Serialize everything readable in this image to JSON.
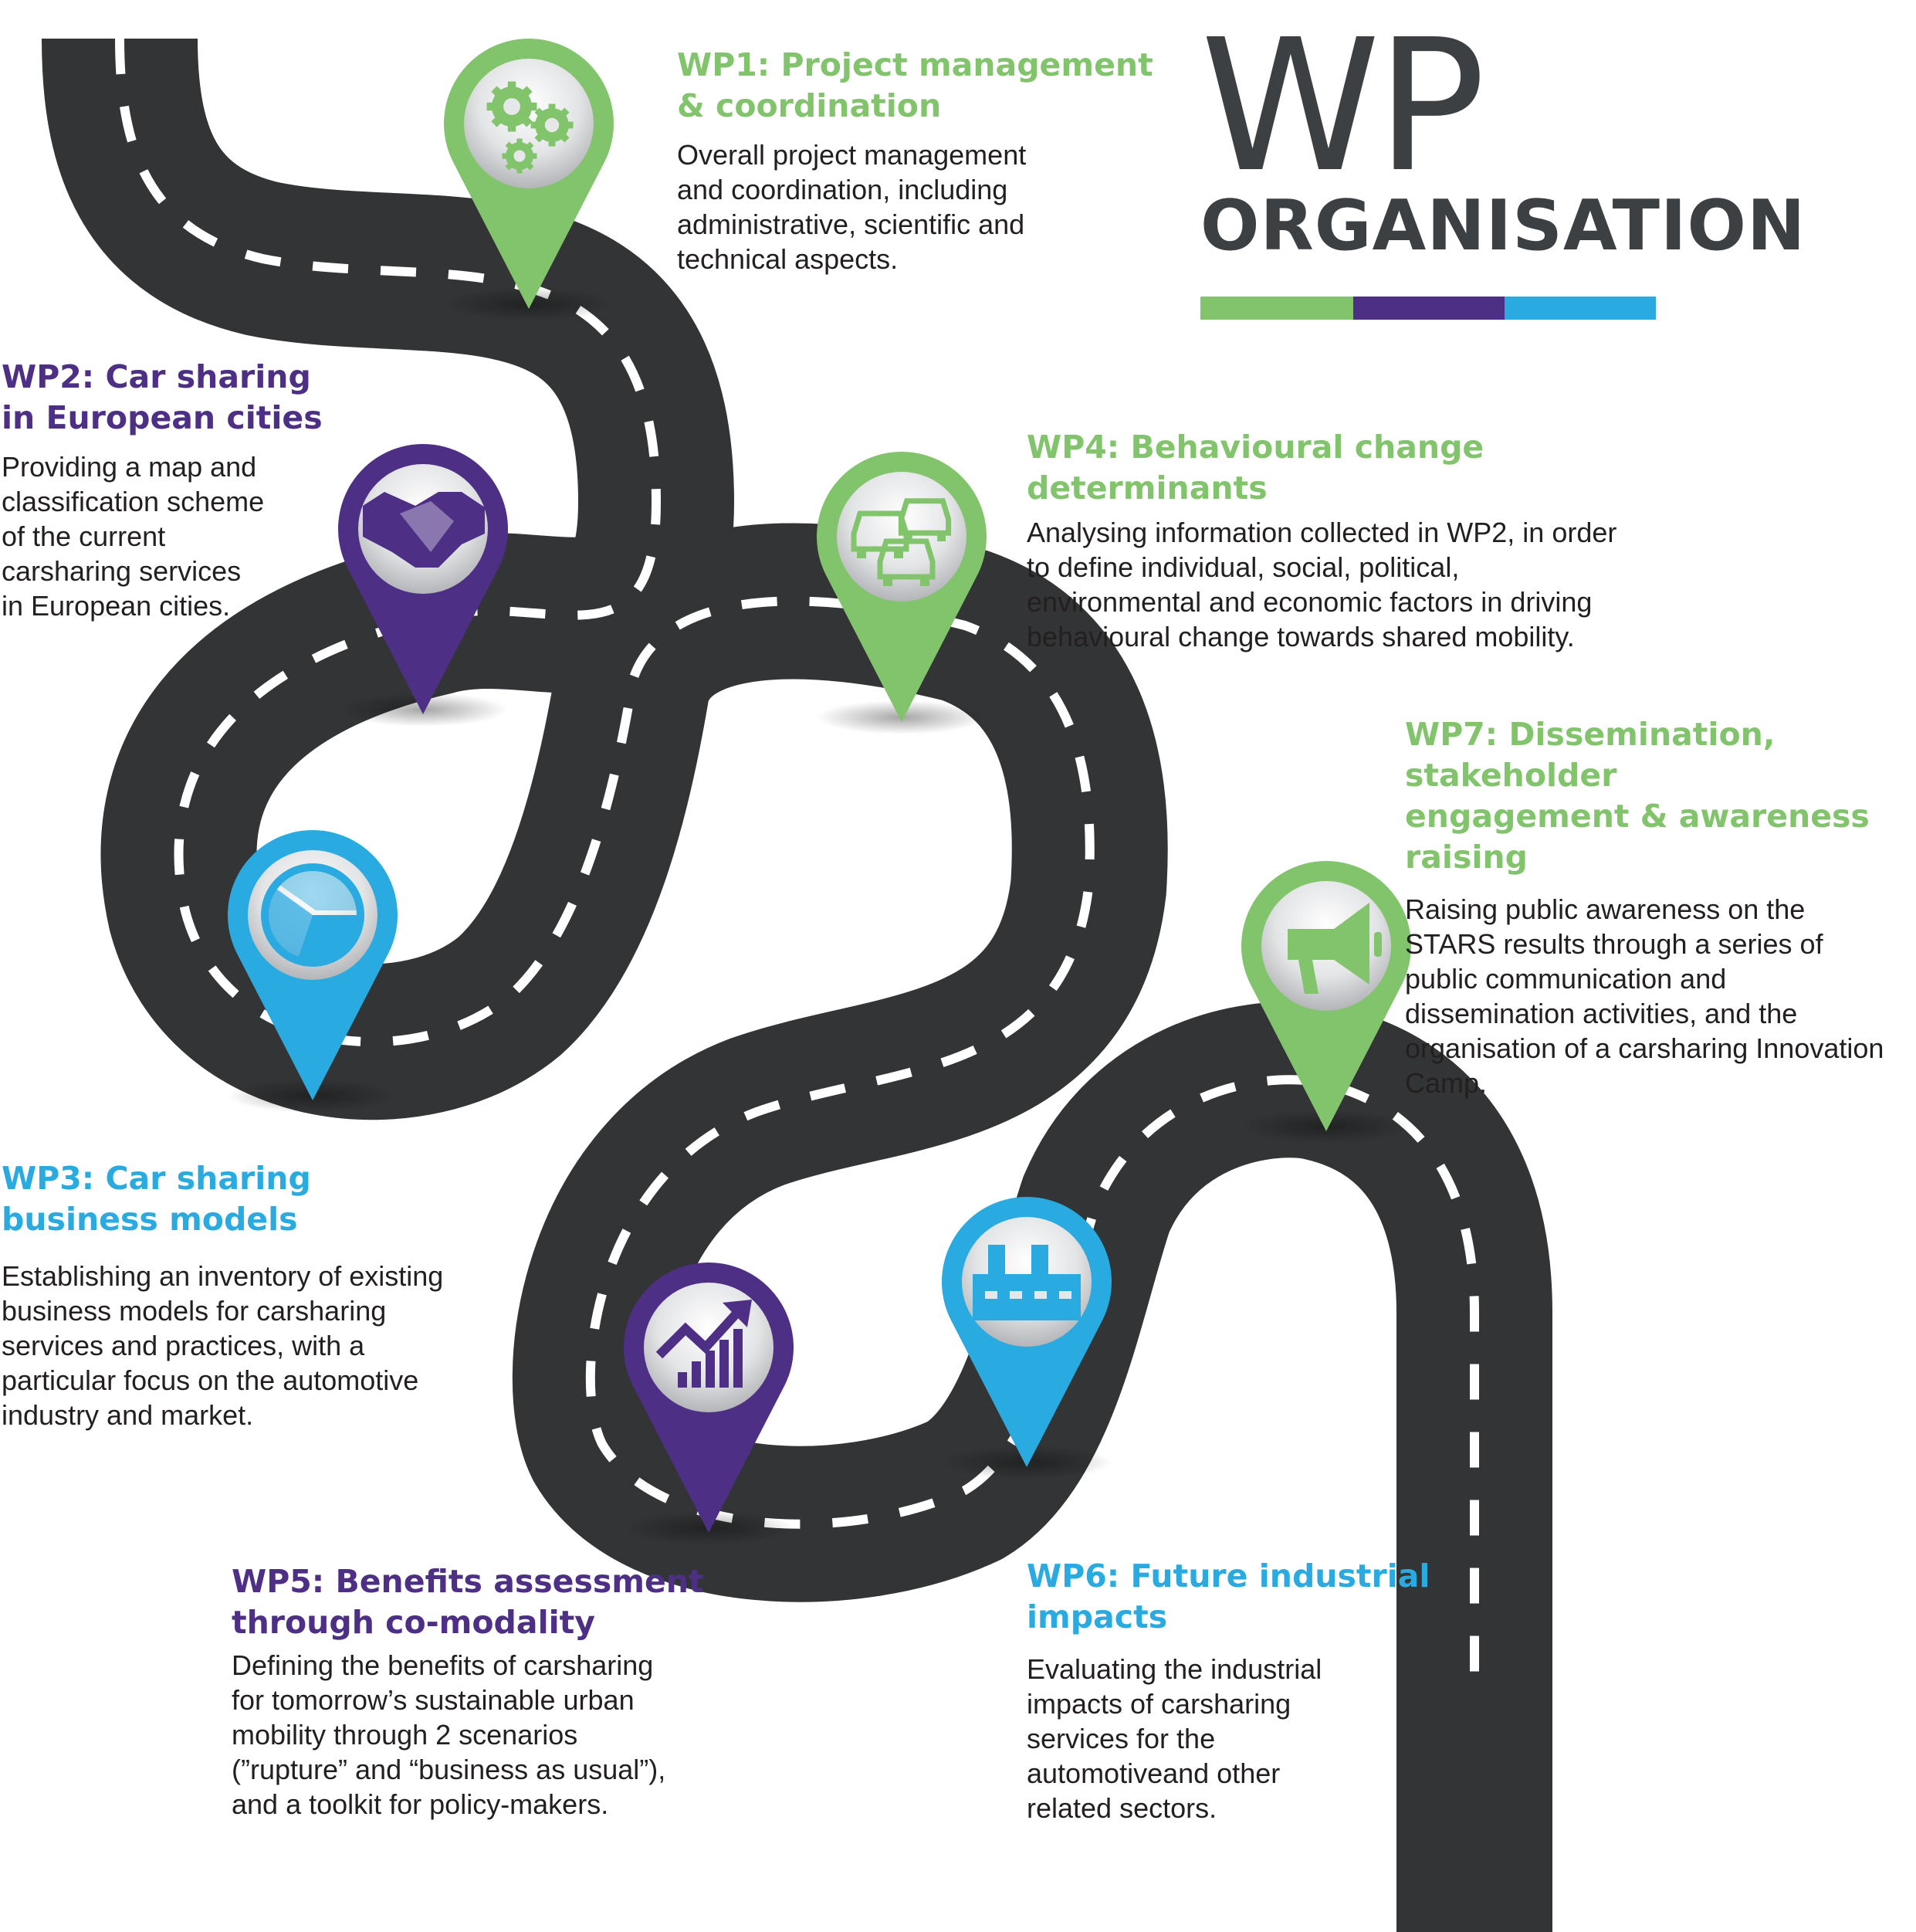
{
  "header": {
    "title_main": "WP",
    "title_sub": "ORGANISATION",
    "bar_colors": [
      "#82c46c",
      "#4d2f86",
      "#29aae1"
    ]
  },
  "colors": {
    "green": "#82c46c",
    "purple": "#4d2f86",
    "blue": "#29aae1",
    "road": "#333435",
    "text": "#231f20"
  },
  "work_packages": [
    {
      "id": "wp1",
      "title": "WP1: Project management\n& coordination",
      "description": "Overall project management\nand coordination, including\nadministrative, scientific and\ntechnical aspects.",
      "color": "#82c46c",
      "icon": "gears-icon"
    },
    {
      "id": "wp2",
      "title": "WP2: Car sharing\nin European cities",
      "description": "Providing a map and\nclassification scheme\nof the current\ncarsharing services\nin European cities.",
      "color": "#4d2f86",
      "icon": "handshake-icon"
    },
    {
      "id": "wp3",
      "title": "WP3: Car sharing\nbusiness models",
      "description": "Establishing an inventory of existing\nbusiness models for carsharing\nservices and practices, with a\nparticular focus on the automotive\nindustry and market.",
      "color": "#29aae1",
      "icon": "pie-chart-icon"
    },
    {
      "id": "wp4",
      "title": "WP4: Behavioural change determinants",
      "description": "Analysing information collected in WP2, in order\nto define individual, social, political,\nenvironmental and economic factors in driving\nbehavioural change towards shared mobility.",
      "color": "#82c46c",
      "icon": "cars-icon"
    },
    {
      "id": "wp5",
      "title": "WP5: Benefits assessment\nthrough co-modality",
      "description": "Defining the benefits of carsharing\nfor tomorrow’s sustainable urban\nmobility through 2 scenarios\n(”rupture” and “business as usual”),\nand a toolkit for policy-makers.",
      "color": "#4d2f86",
      "icon": "growth-chart-icon"
    },
    {
      "id": "wp6",
      "title": "WP6: Future industrial\nimpacts",
      "description": "Evaluating the industrial\nimpacts of carsharing\nservices for the\nautomotiveand other\nrelated sectors.",
      "color": "#29aae1",
      "icon": "factory-icon"
    },
    {
      "id": "wp7",
      "title": "WP7: Dissemination, stakeholder\nengagement & awareness raising",
      "description": "Raising public awareness on the\nSTARS results through a series of\npublic communication and\ndissemination activities, and the\norganisation of a carsharing Innovation\nCamp.",
      "color": "#82c46c",
      "icon": "megaphone-icon"
    }
  ]
}
